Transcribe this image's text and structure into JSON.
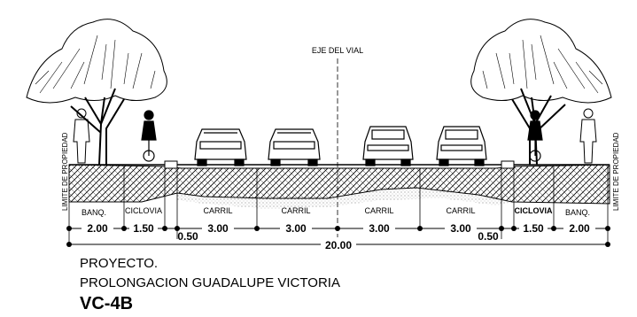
{
  "section": {
    "axis_label": "EJE DEL VIAL",
    "limit_label": "LIMITE DE PROPIEDAD",
    "lanes": [
      {
        "id": "banq-left",
        "label": "BANQ.",
        "width": "2.00"
      },
      {
        "id": "ciclovia-left",
        "label": "CICLOVIA",
        "width": "1.50"
      },
      {
        "id": "sep-left",
        "label": "",
        "width": "0.50"
      },
      {
        "id": "carril-1",
        "label": "CARRIL",
        "width": "3.00"
      },
      {
        "id": "carril-2",
        "label": "CARRIL",
        "width": "3.00"
      },
      {
        "id": "carril-3",
        "label": "CARRIL",
        "width": "3.00"
      },
      {
        "id": "carril-4",
        "label": "CARRIL",
        "width": "3.00"
      },
      {
        "id": "sep-right",
        "label": "",
        "width": "0.50"
      },
      {
        "id": "ciclovia-right",
        "label": "CICLOVIA",
        "width": "1.50"
      },
      {
        "id": "banq-right",
        "label": "BANQ.",
        "width": "2.00"
      }
    ],
    "total_width": "20.00"
  },
  "caption": {
    "line1": "PROYECTO.",
    "line2": "PROLONGACION GUADALUPE VICTORIA",
    "code": "VC-4B"
  }
}
